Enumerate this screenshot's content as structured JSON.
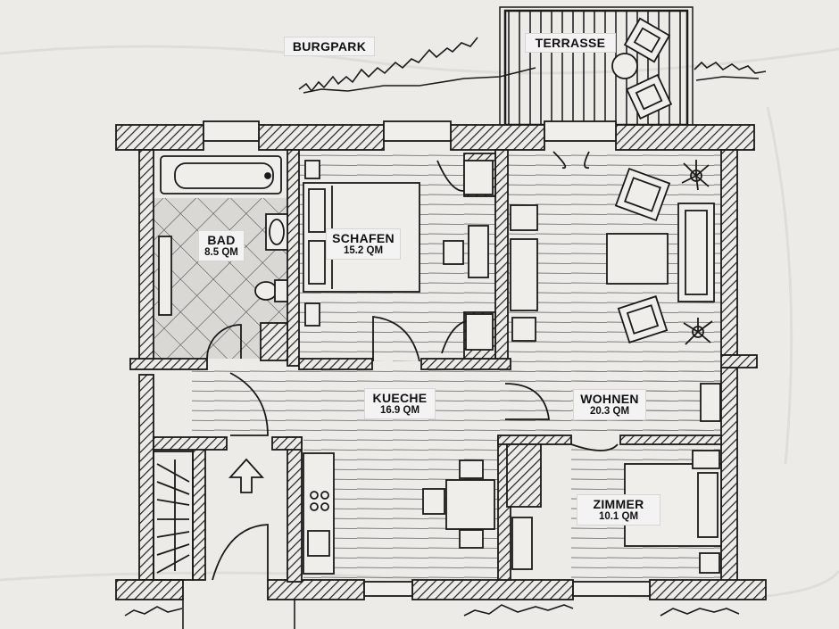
{
  "labels": {
    "burgpark": "BURGPARK",
    "terrasse": "TERRASSE",
    "bad": {
      "name": "BAD",
      "area": "8.5 QM"
    },
    "schafen": {
      "name": "SCHAFEN",
      "area": "15.2 QM"
    },
    "kueche": {
      "name": "KUECHE",
      "area": "16.9 QM"
    },
    "wohnen": {
      "name": "WOHNEN",
      "area": "20.3 QM"
    },
    "zimmer": {
      "name": "ZIMMER",
      "area": "10.1 QM"
    }
  },
  "colors": {
    "paper": "#ecebe7",
    "ink": "#1a1a1a",
    "hatch": "#222222",
    "label_bg": "#f3f3f3"
  }
}
